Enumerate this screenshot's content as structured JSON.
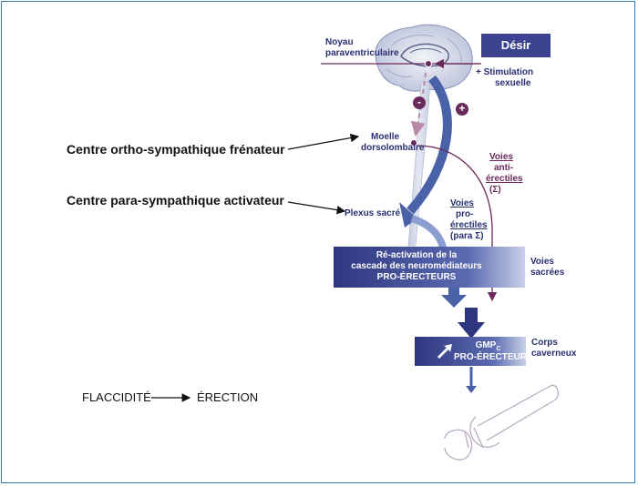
{
  "labels": {
    "noyau": [
      "Noyau",
      "paraventriculaire"
    ],
    "desir": "Désir",
    "stimulation": [
      "+ Stimulation",
      "sexuelle"
    ],
    "moelle": [
      "Moelle",
      "dorsolombaire"
    ],
    "plexus": "Plexus sacré",
    "voies_anti": [
      "Voies",
      "anti-",
      "érectiles",
      "(Σ)"
    ],
    "voies_pro": [
      "Voies",
      "pro-",
      "érectiles",
      "(para Σ)"
    ],
    "voies_sacrees": [
      "Voies",
      "sacrées"
    ],
    "corps": [
      "Corps",
      "caverneux"
    ],
    "centre_ortho": "Centre ortho-sympathique frénateur",
    "centre_para": "Centre para-sympathique activateur",
    "reactivation": [
      "Ré-activation de la",
      "cascade des neuromédiateurs",
      "PRO-ÉRECTEURS"
    ],
    "gmp_main": "GMP",
    "gmp_sub": "C",
    "gmp_line2": "PRO-ÉRECTEUR",
    "flaccidite": "FLACCIDITÉ",
    "erection": "ÉRECTION",
    "minus": "-",
    "plus": "+"
  },
  "colors": {
    "navy": "#2a2f74",
    "purple": "#6a2a5c",
    "blue_arrow": "#4a62a8",
    "box_dark": "#2e3680"
  }
}
